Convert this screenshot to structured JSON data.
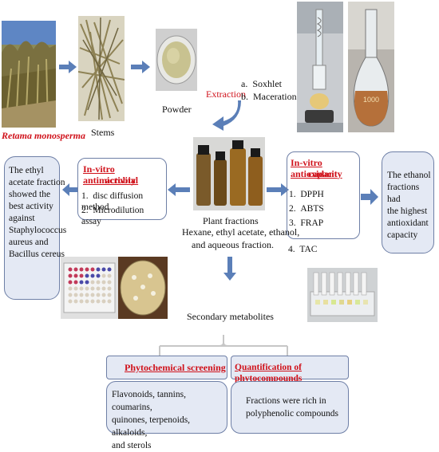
{
  "images": {
    "plant_label": "Retama monosperma",
    "stems_label": "Stems",
    "powder_label": "Powder",
    "flask_text": "1000"
  },
  "extraction": {
    "label": "Extraction",
    "methods": [
      "Soxhlet",
      "Maceration"
    ],
    "markers": [
      "a.",
      "b."
    ]
  },
  "center": {
    "title": "Plant fractions",
    "line2": "Hexane, ethyl acetate, ethanol,",
    "line3": "and aqueous fraction."
  },
  "antimicrobial": {
    "title_line1": "In-vitro antimicrobial",
    "title_line2": "activity",
    "items": [
      "disc diffusion method",
      "Microdilution assay"
    ],
    "result_lines": [
      "The ethyl",
      "acetate fraction",
      "showed the",
      "best activity",
      "against",
      "Staphylococcus",
      "aureus and",
      "Bacillus cereus"
    ]
  },
  "antioxidant": {
    "title_line1": "In-vitro antioxidant",
    "title_line2": "capacity",
    "items": [
      "DPPH",
      "ABTS",
      "FRAP",
      "TAC"
    ],
    "result_lines": [
      "The ethanol",
      "fractions had",
      "the highest",
      "antioxidant",
      "capacity"
    ]
  },
  "secondary": {
    "label": "Secondary metabolites"
  },
  "phytochemical": {
    "title": "Phytochemical screening",
    "body_lines": [
      "Flavonoids, tannins, coumarins,",
      "quinones, terpenoids, alkaloids,",
      "and sterols"
    ]
  },
  "quantification": {
    "title": "Quantification of phytocompounds",
    "body_lines": [
      "Fractions were rich in",
      "polyphenolic compounds"
    ]
  },
  "colors": {
    "accent_red": "#d0121b",
    "arrow_blue": "#5b7fb8",
    "box_border": "#6e7fa6",
    "box_fill": "#e4e9f4"
  }
}
